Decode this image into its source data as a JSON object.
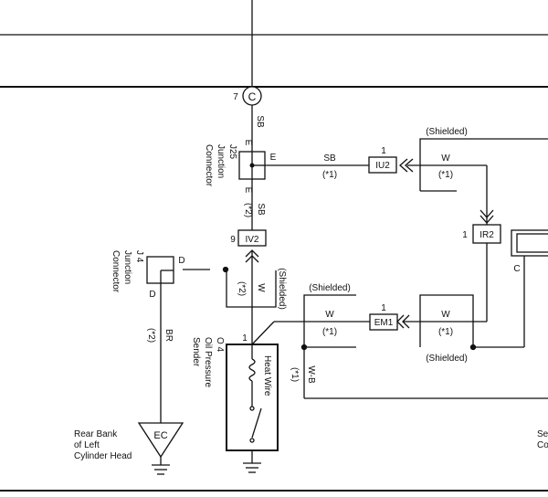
{
  "connectors": {
    "c_pin": "7",
    "c_label": "C",
    "j25_code": "J25",
    "j25_line1": "Junction",
    "j25_line2": "Connector",
    "j25_pin": "E",
    "j4_code": "J 4",
    "j4_line1": "Junction",
    "j4_line2": "Connector",
    "j4_pin": "D"
  },
  "inline_connectors": {
    "iu2": "IU2",
    "iu2_pin": "1",
    "iv2": "IV2",
    "iv2_pin": "9",
    "ir2": "IR2",
    "ir2_pin": "1",
    "em1": "EM1",
    "em1_pin": "1",
    "ec": "EC",
    "c_right": "C"
  },
  "wires": {
    "sb": "SB",
    "w": "W",
    "br": "BR",
    "wb": "W-B",
    "note1": "(*1)",
    "note2": "(*2)",
    "shielded": "(Shielded)"
  },
  "sender": {
    "code": "O 4",
    "line1": "Oil Pressure",
    "line2": "Sender",
    "heat_wire": "Heat Wire",
    "pin": "1"
  },
  "ground": {
    "line1": "Rear Bank",
    "line2": "of Left",
    "line3": "Cylinder Head"
  },
  "right_cut": {
    "line1": "Se",
    "line2": "Co"
  }
}
